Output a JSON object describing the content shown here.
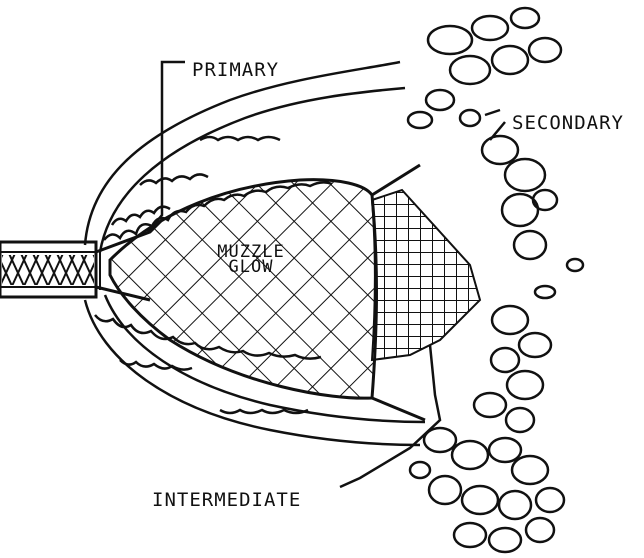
{
  "title": "",
  "labels": {
    "primary": "PRIMARY",
    "secondary": "SECONDARY",
    "muzzle_glow_line1": "MUZZLE",
    "muzzle_glow_line2": "GLOW",
    "intermediate": "INTERMEDIATE"
  },
  "colors": {
    "ink": "#111111",
    "background": "#ffffff"
  }
}
